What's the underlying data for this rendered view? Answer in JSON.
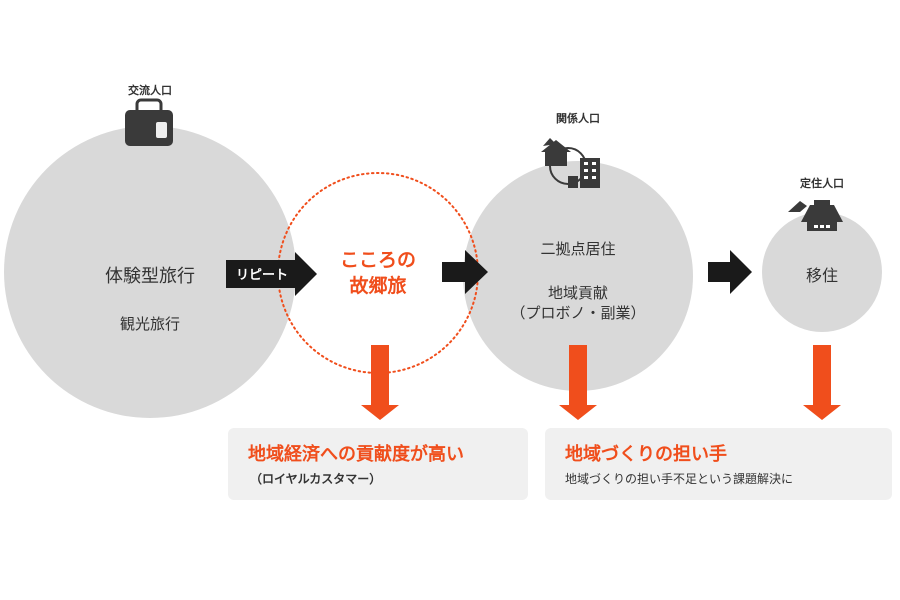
{
  "stages": [
    {
      "caption": "交流人口",
      "icon": "suitcase-icon",
      "lines": [
        "体験型旅行",
        "観光旅行"
      ]
    },
    {
      "lines": [
        "こころの",
        "故郷旅"
      ]
    },
    {
      "caption": "関係人口",
      "icon": "house-building-icon",
      "lines": [
        "二拠点居住",
        "地域貢献",
        "（プロボノ・副業）"
      ]
    },
    {
      "caption": "定住人口",
      "icon": "house-icon",
      "lines": [
        "移住"
      ]
    }
  ],
  "arrow_label": "リピート",
  "outcomes": [
    {
      "title": "地域経済への貢献度が高い",
      "subtitle": "（ロイヤルカスタマー）"
    },
    {
      "title": "地域づくりの担い手",
      "subtitle": "地域づくりの担い手不足という課題解決に"
    }
  ],
  "colors": {
    "accent": "#f04e1c",
    "circle": "#d9d9d9",
    "arrow": "#1a1a1a",
    "box": "#f0f0f0",
    "icon": "#3a3a3a"
  }
}
